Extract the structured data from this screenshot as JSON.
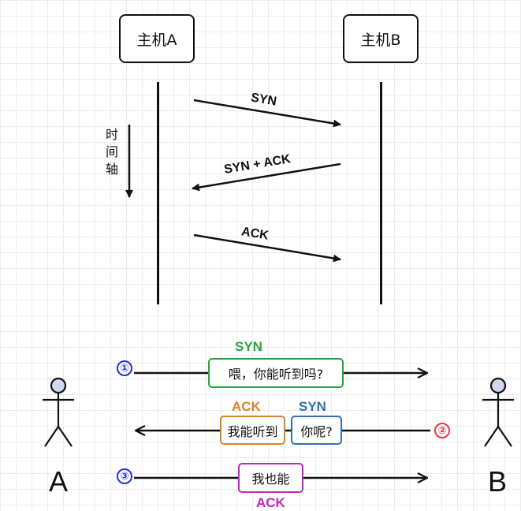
{
  "hosts": {
    "a": "主机A",
    "b": "主机B"
  },
  "time_axis": [
    "时",
    "间",
    "轴"
  ],
  "handshake": {
    "msg1": "SYN",
    "msg2": "SYN + ACK",
    "msg3": "ACK"
  },
  "dialogue": {
    "step1": {
      "number": "①",
      "tag": "SYN",
      "text": "喂，你能听到吗?"
    },
    "step2": {
      "number": "②",
      "tag_ack": "ACK",
      "text_ack": "我能听到",
      "tag_syn": "SYN",
      "text_syn": "你呢?"
    },
    "step3": {
      "number": "③",
      "tag": "ACK",
      "text": "我也能"
    }
  },
  "actors": {
    "a": "A",
    "b": "B"
  },
  "colors": {
    "syn": "#28a23d",
    "ack": "#d9822b",
    "syn_blue": "#2f6fba",
    "ack_magenta": "#c225c2",
    "step_blue": "#2233dd",
    "step_red": "#ee3344"
  }
}
